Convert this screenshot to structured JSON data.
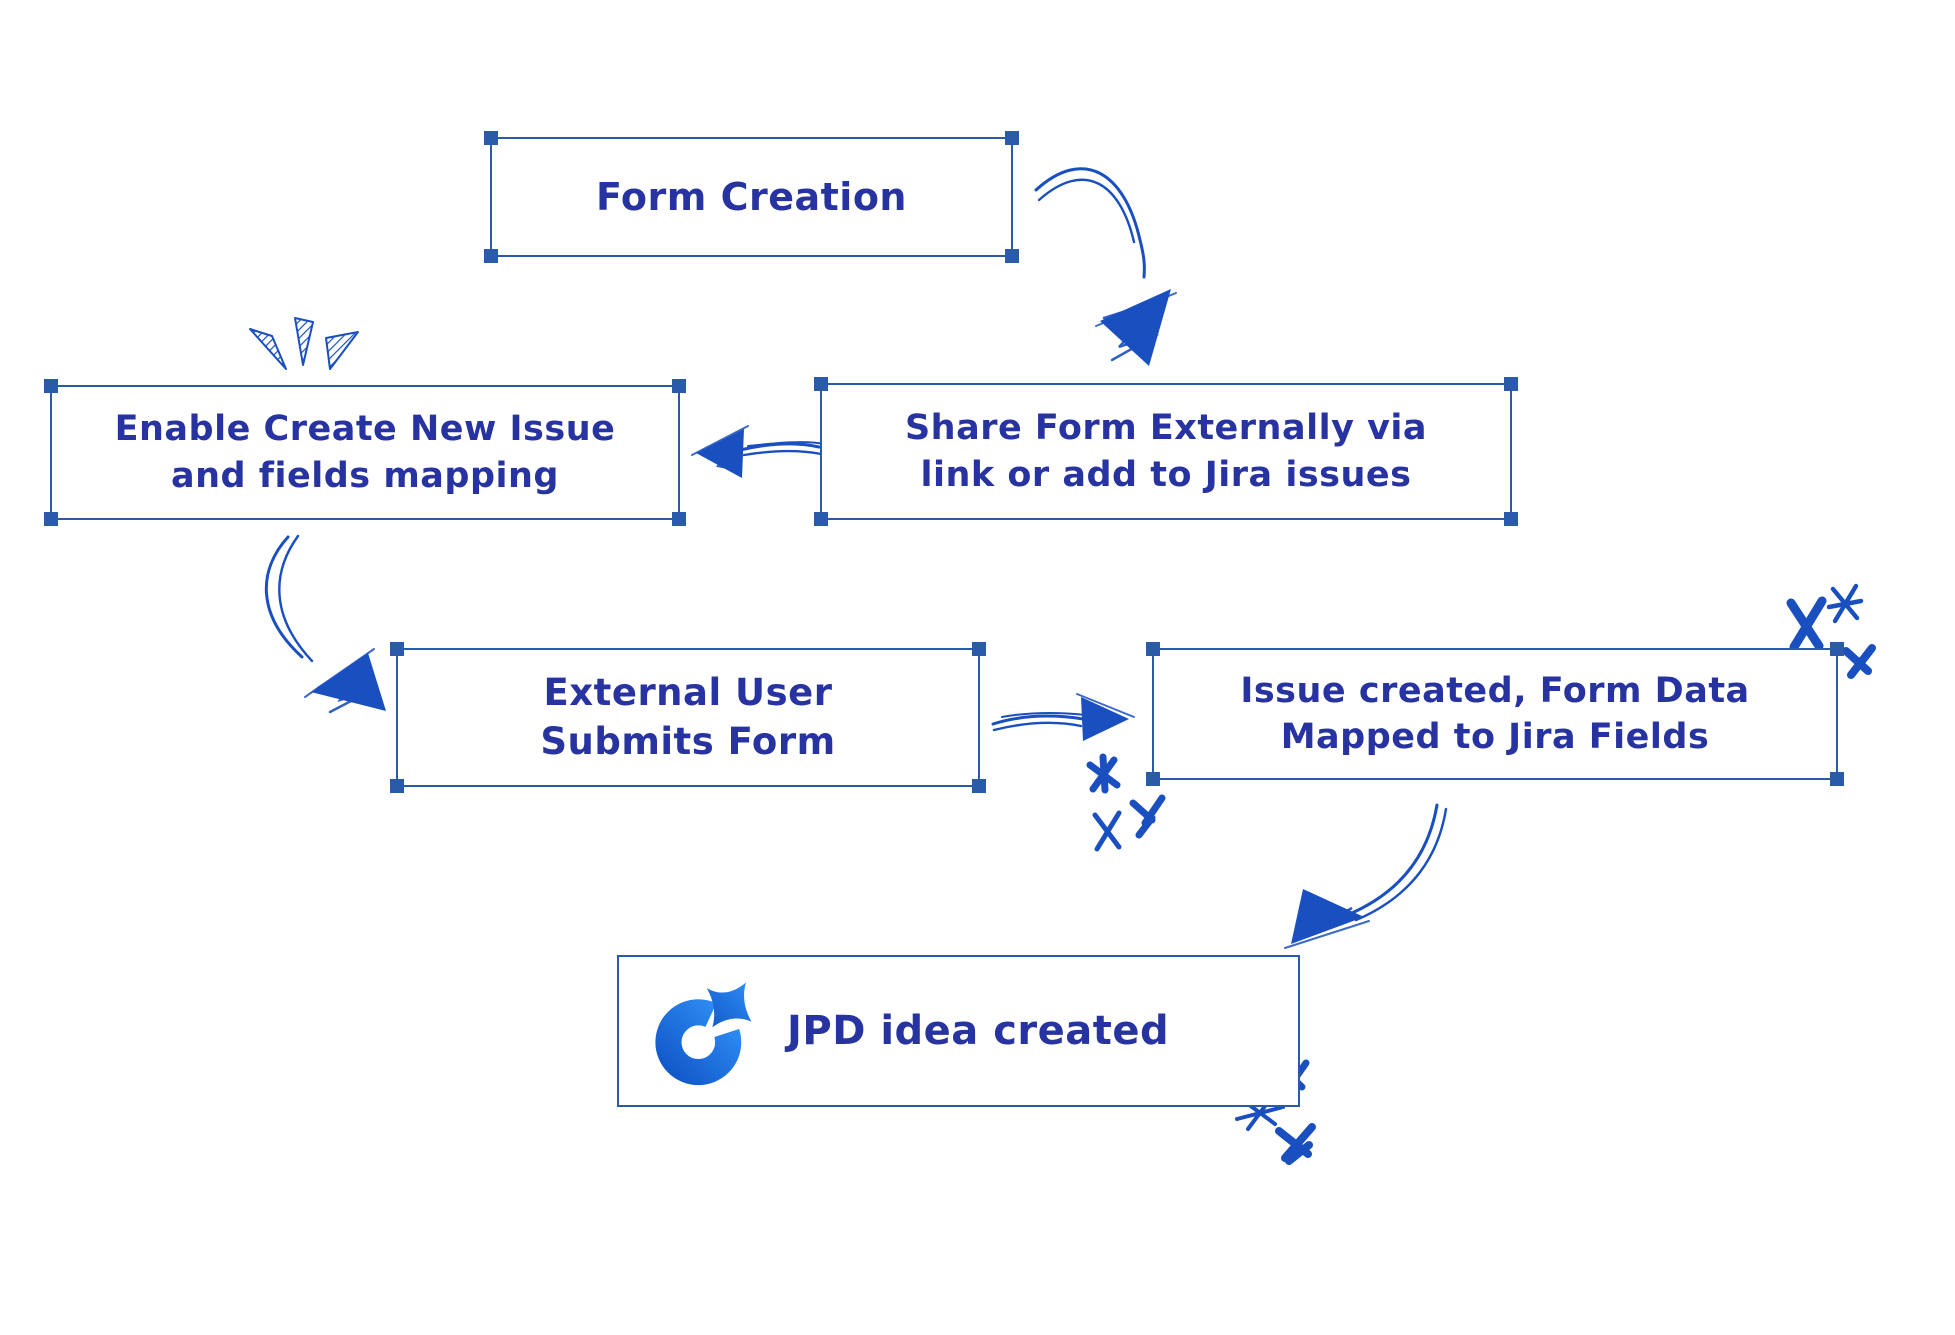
{
  "colors": {
    "box_border": "#2a5ba9",
    "handle_fill": "#2a5ba9",
    "text_ink": "#2733a0",
    "drawing_ink": "#1a4fc0",
    "logo_gradient_start": "#1158c9",
    "logo_gradient_end": "#2f8ef5",
    "background": "#ffffff"
  },
  "nodes": {
    "form_creation": {
      "lines": [
        "Form Creation"
      ]
    },
    "share_form": {
      "lines": [
        "Share Form Externally via",
        "link or add to Jira issues"
      ]
    },
    "enable_create": {
      "lines": [
        "Enable Create New Issue",
        "and fields mapping"
      ]
    },
    "external_user": {
      "lines": [
        "External User",
        "Submits Form"
      ]
    },
    "issue_created": {
      "lines": [
        "Issue created, Form Data",
        "Mapped to Jira Fields"
      ]
    },
    "jpd_idea": {
      "lines": [
        "JPD idea created"
      ]
    }
  },
  "icons": {
    "jpd_logo": "jira-product-discovery-logo",
    "sparkle_marks": "celebration-sparkle-triangles",
    "asterisk_marks": "scribble-asterisks",
    "arrowheads": "scribbled-triangle-arrowheads"
  }
}
